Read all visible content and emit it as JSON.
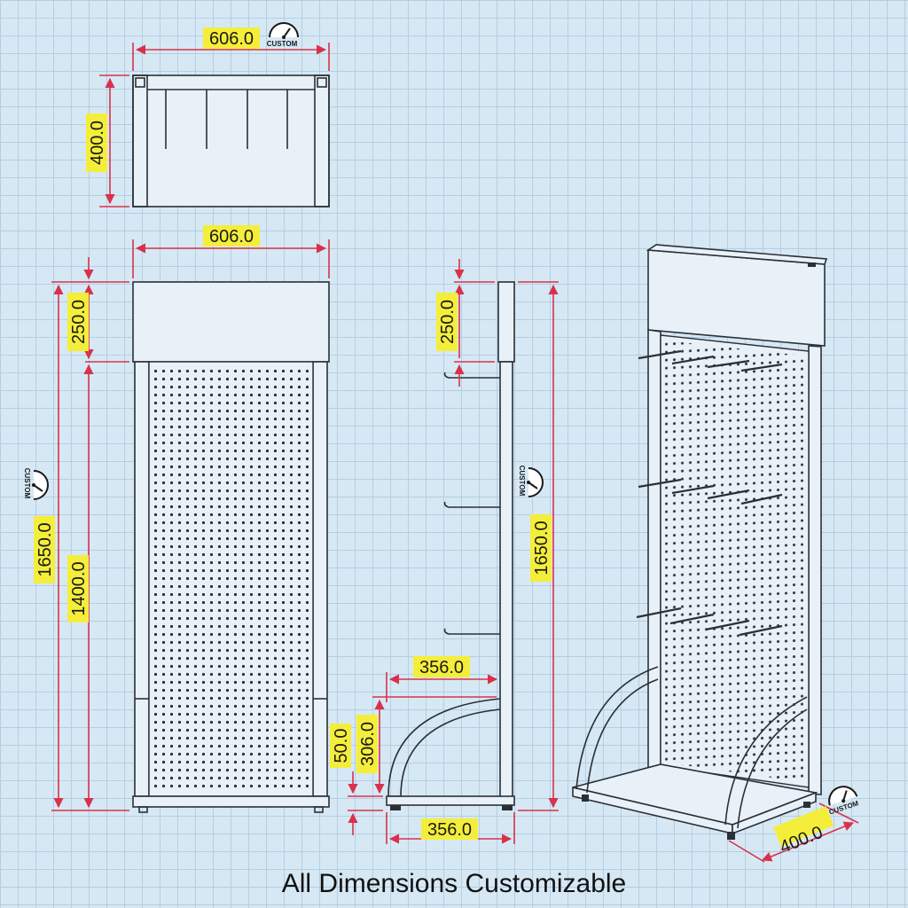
{
  "caption": "All Dimensions Customizable",
  "badge_label": "CUSTOM",
  "icons": {
    "badge": "gauge-icon"
  },
  "colors": {
    "background": "#d6e8f4",
    "grid": "#b3cfe4",
    "dimension_line": "#d8324a",
    "label_highlight": "#f4ee3a",
    "outline": "#2b2f36"
  },
  "top_view": {
    "width": "606.0",
    "depth": "400.0"
  },
  "front_view": {
    "width": "606.0",
    "total_height": "1650.0",
    "header_height": "250.0",
    "panel_height": "1400.0"
  },
  "side_view": {
    "header_height": "250.0",
    "total_height": "1650.0",
    "arch_width": "356.0",
    "base_width": "356.0",
    "foot_height": "50.0",
    "arch_height": "306.0"
  },
  "perspective_view": {
    "depth": "400.0"
  }
}
